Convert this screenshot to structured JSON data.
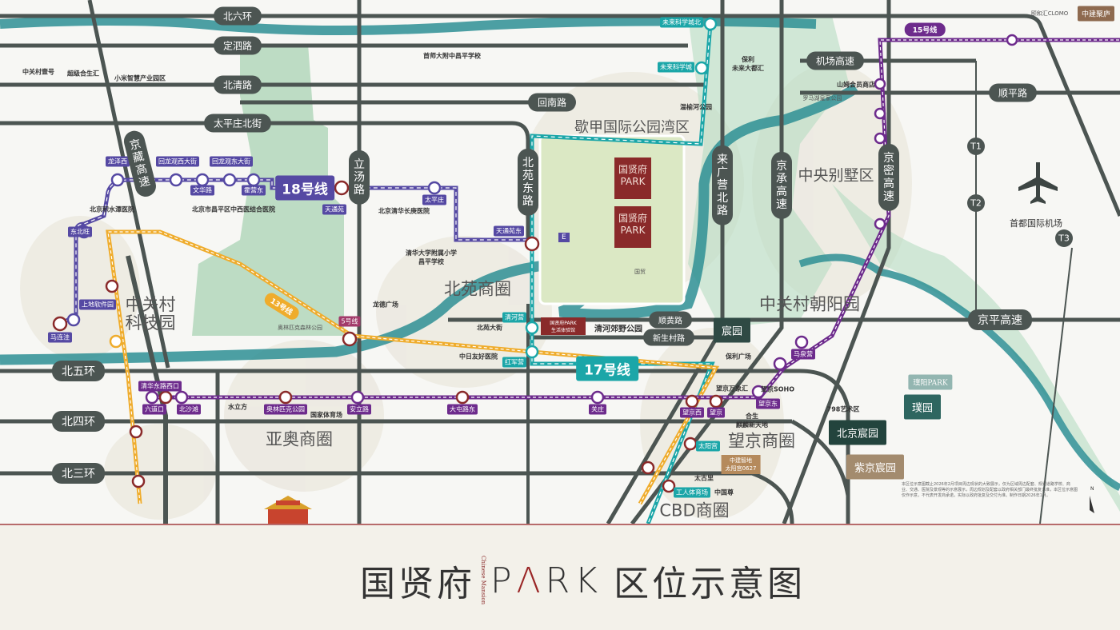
{
  "roads": {
    "r1": "北六环",
    "r2": "定泗路",
    "r3": "北清路",
    "r4": "回南路",
    "r5": "太平庄北街",
    "r6": "京藏高速",
    "r7": "立汤路",
    "r8": "北苑东路",
    "r9": "来广营北路",
    "r10": "京承高速",
    "r11": "京密高速",
    "r12": "机场高速",
    "r13": "顺平路",
    "r14": "京平高速",
    "r15": "北五环",
    "r16": "北四环",
    "r17": "北三环",
    "r18": "顺黄路",
    "r19": "新生村路"
  },
  "districts": {
    "d1": "歇甲国际公园湾区",
    "d2": "中央别墅区",
    "d3": "北苑商圈",
    "d4": "中关村\n科技园",
    "d5": "中关村朝阳园",
    "d6": "亚奥商圈",
    "d7": "望京商圈",
    "d8": "CBD商圈"
  },
  "metro_lines": {
    "l18": "18号线",
    "l17": "17号线",
    "l13": "13号线",
    "l15": "15号线"
  },
  "stations": {
    "s1": "龙泽西",
    "s2": "回龙观西大街",
    "s3": "回龙观东大街",
    "s4": "文华路",
    "s5": "霍营东",
    "s6": "天通苑",
    "s7": "太平庄",
    "s8": "天通苑东",
    "s9": "东北旺",
    "s10": "上地软件园",
    "s11": "马连洼",
    "s12": "未来科学城北",
    "s13": "未来科学城",
    "s14": "清河营",
    "s15": "红军营",
    "s16": "太阳宫",
    "s17": "工人体育场",
    "s18": "望京西",
    "s19": "望京",
    "s20": "望京东",
    "s21": "马泉营",
    "s22": "奥林匹克公园",
    "s23": "安立路",
    "s24": "大屯路东",
    "s25": "六道口",
    "s26": "北沙滩",
    "s27": "清华东路西口",
    "s28": "关庄",
    "s29": "5号线"
  },
  "pois": {
    "p1": "中关村壹号",
    "p2": "超级合生汇",
    "p3": "小米智慧产业园区",
    "p4": "首师大附中昌平学校",
    "p5": "北京积水潭医院",
    "p6": "北京市昌平区中西医结合医院",
    "p7": "北京清华长庚医院",
    "p8": "清华大学附属小学\n昌平学校",
    "p9": "龙德广场",
    "p10": "中日友好医院",
    "p11": "奥林匹克森林公园",
    "p12": "水立方",
    "p13": "国家体育场",
    "p14": "温榆河公园",
    "p15": "保利\n未来大都汇",
    "p16": "山姆会员商店",
    "p17": "首都国际机场",
    "p18": "798艺术区",
    "p19": "望京SOHO",
    "p20": "望京万象汇",
    "p21": "保利广场",
    "p22": "清河郊野公园",
    "p23": "太古里",
    "p24": "中国尊",
    "p25": "合生\n麒麟新天地",
    "p26": "中建智地\n太阳宫0627",
    "p27": "北苑大街",
    "p28": "国贸",
    "p29": "罗马湖皇家公园"
  },
  "terminals": {
    "t1": "T1",
    "t2": "T2",
    "t3": "T3"
  },
  "project": {
    "name_cn": "国贤府",
    "name_en": "PARK",
    "sales": "国贤府PARK\n生活体验馆",
    "entry": "E"
  },
  "brands": {
    "b1": "宸园",
    "b2": "北京宸园",
    "b3": "紫京宸园",
    "b4": "璞园",
    "b5": "中建聚庐",
    "b6": "颐和汇CLOMO",
    "b7": "璞阳PARK"
  },
  "footer": {
    "t1": "国贤府",
    "t_sub": "Chinese Mansion",
    "t2a": "P",
    "t2b": "Λ",
    "t2c": "RK",
    "t3": "区位示意图"
  },
  "disclaimer": "本区位示意图截止2026年2月项目周边现状的大致展示，仅为区域周边配套、规划道路学校、商业、交通、医院及景观等的示意展示，周边规划及配套以政府相关部门最终批复为准，本区位示意图仅作示意，不代表开发商承诺，实际以政府批复及交付为准。制作日期2026年1月。",
  "north": "N",
  "colors": {
    "road": "#4c5552",
    "line18": "#5549a3",
    "line17": "#1ba6a8",
    "line13": "#efac2c",
    "line15": "#6d2b8c",
    "river": "#2e8f94",
    "park": "#a9d3b4",
    "project": "#8a2a2a"
  }
}
